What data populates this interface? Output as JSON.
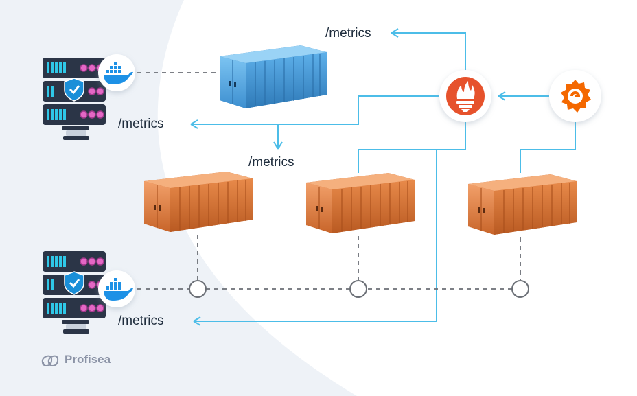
{
  "labels": {
    "top": "/metrics",
    "mid_left": "/metrics",
    "mid_center": "/metrics",
    "bottom_left": "/metrics"
  },
  "brand": {
    "name": "Profisea"
  },
  "colors": {
    "background_left": "#eef2f7",
    "connector_blue": "#4cbde8",
    "dashed_line": "#6b6f76",
    "container_blue": "#5aa8e0",
    "container_orange": "#e07a36",
    "prometheus": "#e6522c",
    "grafana": "#f46800",
    "docker": "#1d91e6",
    "server_body": "#2b3547",
    "server_accent": "#2fc8e8",
    "server_led": "#e467c5"
  },
  "icons": {
    "server_rack": "server-icon",
    "docker": "docker-icon",
    "prometheus": "prometheus-icon",
    "grafana": "grafana-icon",
    "container": "shipping-container-icon",
    "brand_logo": "profisea-logo-icon"
  }
}
